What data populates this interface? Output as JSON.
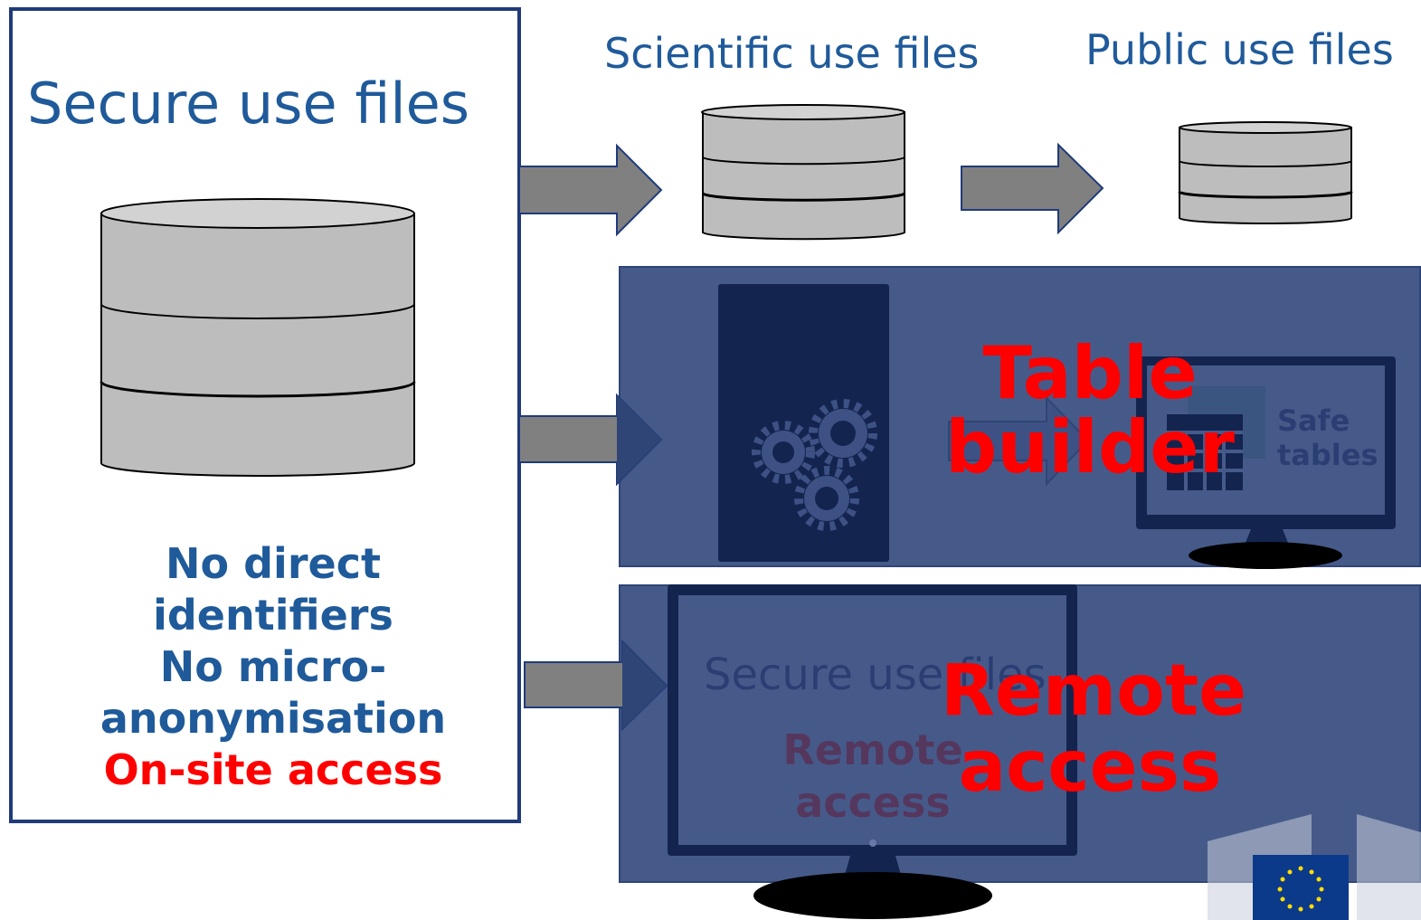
{
  "secure": {
    "title": "Secure use files",
    "line1": "No direct",
    "line2": "identifiers",
    "line3": "No micro-",
    "line4": "anonymisation",
    "line5": "On-site access"
  },
  "scientific": {
    "title": "Scientific use files"
  },
  "public": {
    "title": "Public use files"
  },
  "table_builder": {
    "title_line1": "Table",
    "title_line2": "builder",
    "safe_line1": "Safe",
    "safe_line2": "tables"
  },
  "remote": {
    "faded_title": "Secure use files",
    "small_line1": "Remote",
    "small_line2": "access",
    "title_line1": "Remote",
    "title_line2": "access"
  },
  "colors": {
    "dark_blue": "#1f5a9a",
    "red": "#ff0000",
    "panel_blue": "#465a8a",
    "arrow_gray": "#808080",
    "db_gray": "#bdbdbd"
  },
  "icons": [
    "database-icon",
    "arrow-right-icon",
    "gears-icon",
    "monitor-icon",
    "calendar-table-icon",
    "eu-flag-icon"
  ]
}
